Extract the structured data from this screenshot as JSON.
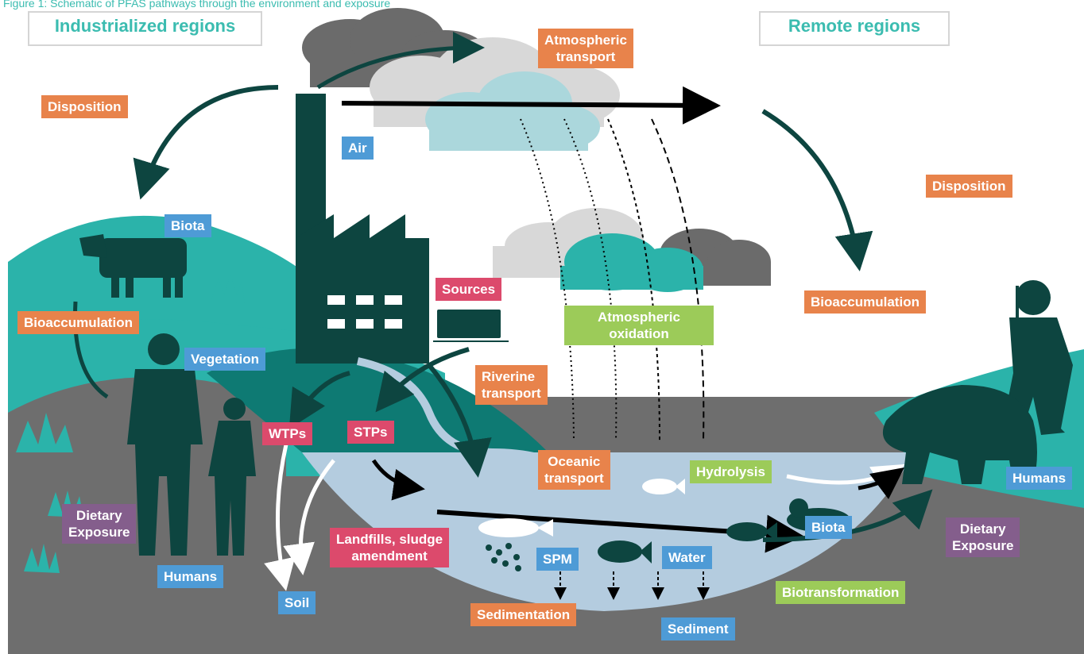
{
  "figure": {
    "caption": "Figure 1: Schematic of PFAS pathways through the environment and exposure"
  },
  "regions": {
    "industrialized": "Industrialized regions",
    "remote": "Remote regions"
  },
  "labels": {
    "atmospheric_transport": "Atmospheric\ntransport",
    "disposition_left": "Disposition",
    "disposition_right": "Disposition",
    "air": "Air",
    "biota_land": "Biota",
    "bioaccumulation_left": "Bioaccumulation",
    "bioaccumulation_right": "Bioaccumulation",
    "vegetation": "Vegetation",
    "sources": "Sources",
    "atmospheric_oxidation": "Atmospheric\noxidation",
    "riverine_transport": "Riverine\ntransport",
    "wtps": "WTPs",
    "stps": "STPs",
    "oceanic_transport": "Oceanic\ntransport",
    "hydrolysis": "Hydrolysis",
    "humans_right": "Humans",
    "dietary_exposure_left": "Dietary\nExposure",
    "dietary_exposure_right": "Dietary\nExposure",
    "landfills": "Landfills, sludge\namendment",
    "spm": "SPM",
    "water": "Water",
    "biota_water": "Biota",
    "humans_left": "Humans",
    "soil": "Soil",
    "biotransformation": "Biotransformation",
    "sedimentation": "Sedimentation",
    "sediment": "Sediment"
  },
  "colors": {
    "dark_teal": "#0d4540",
    "teal": "#2bb3aa",
    "mid_teal": "#0e7a73",
    "grey_ground": "#6e6e6e",
    "water": "#b4ccdf",
    "orange": "#e8834b",
    "blue": "#4e9bd6",
    "pink": "#dc4a6c",
    "green": "#9ccb59",
    "purple": "#845e8c"
  }
}
